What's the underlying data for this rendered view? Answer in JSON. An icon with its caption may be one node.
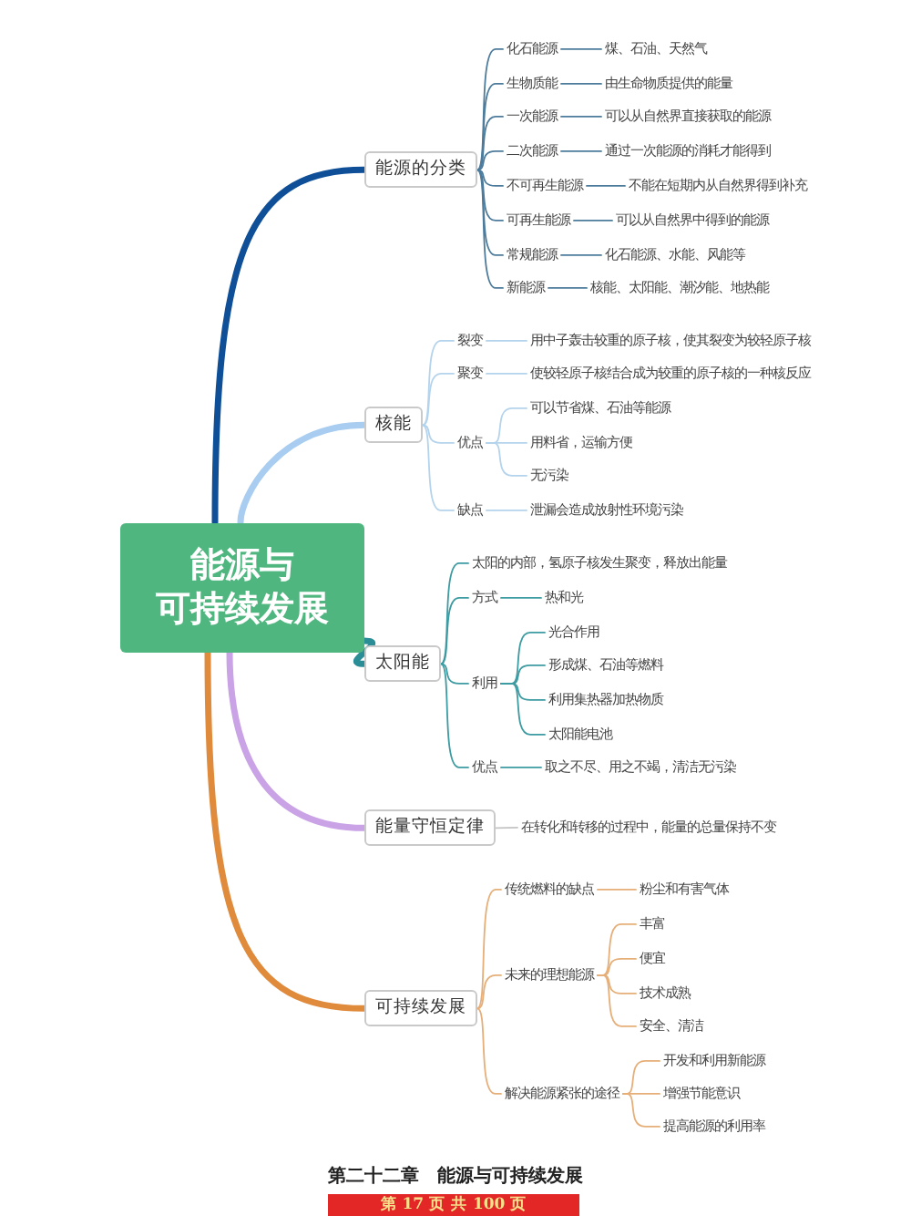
{
  "diagram": {
    "caption": "第二十二章　能源与可持续发展",
    "nodes": [
      {
        "text": [
          "能源与可持续发展"
        ]
      },
      {
        "text": [
          "能源的分类"
        ]
      },
      {
        "text": [
          "化石能源"
        ]
      },
      {
        "text": [
          "煤、石油、天然气"
        ]
      },
      {
        "text": [
          "生物质能"
        ]
      },
      {
        "text": [
          "由生命物质提供的能量"
        ]
      },
      {
        "text": [
          "一次能源"
        ]
      },
      {
        "text": [
          "可以从自然界直接获取的能源"
        ]
      },
      {
        "text": [
          "二次能源"
        ]
      },
      {
        "text": [
          "通过一次能源的消耗才能得到"
        ]
      },
      {
        "text": [
          "不可再生能源"
        ]
      },
      {
        "text": [
          "不能在短期内从自然界得到补充"
        ]
      },
      {
        "text": [
          "可再生能源"
        ]
      },
      {
        "text": [
          "可以从自然界中得到的能源"
        ]
      },
      {
        "text": [
          "常规能源"
        ]
      },
      {
        "text": [
          "化石能源、水能、风能等"
        ]
      },
      {
        "text": [
          "新能源"
        ]
      },
      {
        "text": [
          "核能、太阳能、潮汐能、地热能"
        ]
      },
      {
        "text": [
          "核能"
        ]
      },
      {
        "text": [
          "裂变"
        ]
      },
      {
        "text": [
          "用中子轰击较重的原子核，使其裂变为较轻原子核"
        ]
      },
      {
        "text": [
          "聚变"
        ]
      },
      {
        "text": [
          "使较轻原子核结合成为较重的原子核的一种核反应"
        ]
      },
      {
        "text": [
          "优点"
        ]
      },
      {
        "text": [
          "可以节省煤、石油等能源"
        ]
      },
      {
        "text": [
          "用料省，运输方便"
        ]
      },
      {
        "text": [
          "无污染"
        ]
      },
      {
        "text": [
          "缺点"
        ]
      },
      {
        "text": [
          "泄漏会造成放射性环境污染"
        ]
      },
      {
        "text": [
          "太阳能"
        ]
      },
      {
        "text": [
          "太阳的内部，氢原子核发生聚变，释放出能量"
        ]
      },
      {
        "text": [
          "方式"
        ]
      },
      {
        "text": [
          "热和光"
        ]
      },
      {
        "text": [
          "利用"
        ]
      },
      {
        "text": [
          "光合作用"
        ]
      },
      {
        "text": [
          "形成煤、石油等燃料"
        ]
      },
      {
        "text": [
          "利用集热器加热物质"
        ]
      },
      {
        "text": [
          "太阳能电池"
        ]
      },
      {
        "text": [
          "优点"
        ]
      },
      {
        "text": [
          "取之不尽、用之不竭，清洁无污染"
        ]
      },
      {
        "text": [
          "能量守恒定律"
        ]
      },
      {
        "text": [
          "在转化和转移的过程中，能量的总量保持不变"
        ]
      },
      {
        "text": [
          "可持续发展"
        ]
      },
      {
        "text": [
          "传统燃料的缺点"
        ]
      },
      {
        "text": [
          "粉尘和有害气体"
        ]
      },
      {
        "text": [
          "未来的理想能源"
        ]
      },
      {
        "text": [
          "丰富"
        ]
      },
      {
        "text": [
          "便宜"
        ]
      },
      {
        "text": [
          "技术成熟"
        ]
      },
      {
        "text": [
          "安全、清洁"
        ]
      },
      {
        "text": [
          "解决能源紧张的途径"
        ]
      },
      {
        "text": [
          "开发和利用新能源"
        ]
      },
      {
        "text": [
          "增强节能意识"
        ]
      },
      {
        "text": [
          "提高能源的利用率"
        ]
      }
    ],
    "edges": [
      {
        "from": 0,
        "to": 1,
        "arrow": "none",
        "style": "thick",
        "color": "#0e4f98"
      },
      {
        "from": 0,
        "to": 18,
        "arrow": "none",
        "style": "thick",
        "color": "#a8cdf0"
      },
      {
        "from": 0,
        "to": 29,
        "arrow": "none",
        "style": "thick",
        "color": "#2b8d96"
      },
      {
        "from": 0,
        "to": 40,
        "arrow": "none",
        "style": "thick",
        "color": "#c9a3e6"
      },
      {
        "from": 0,
        "to": 42,
        "arrow": "none",
        "style": "thick",
        "color": "#e08a3c"
      },
      {
        "from": 1,
        "to": 2,
        "arrow": "none",
        "color": "#4d7b9c"
      },
      {
        "from": 1,
        "to": 4,
        "arrow": "none",
        "color": "#4d7b9c"
      },
      {
        "from": 1,
        "to": 6,
        "arrow": "none",
        "color": "#4d7b9c"
      },
      {
        "from": 1,
        "to": 8,
        "arrow": "none",
        "color": "#4d7b9c"
      },
      {
        "from": 1,
        "to": 10,
        "arrow": "none",
        "color": "#4d7b9c"
      },
      {
        "from": 1,
        "to": 12,
        "arrow": "none",
        "color": "#4d7b9c"
      },
      {
        "from": 1,
        "to": 14,
        "arrow": "none",
        "color": "#4d7b9c"
      },
      {
        "from": 1,
        "to": 16,
        "arrow": "none",
        "color": "#4d7b9c"
      },
      {
        "from": 2,
        "to": 3,
        "arrow": "none",
        "color": "#4d7b9c"
      },
      {
        "from": 4,
        "to": 5,
        "arrow": "none",
        "color": "#4d7b9c"
      },
      {
        "from": 6,
        "to": 7,
        "arrow": "none",
        "color": "#4d7b9c"
      },
      {
        "from": 8,
        "to": 9,
        "arrow": "none",
        "color": "#4d7b9c"
      },
      {
        "from": 10,
        "to": 11,
        "arrow": "none",
        "color": "#4d7b9c"
      },
      {
        "from": 12,
        "to": 13,
        "arrow": "none",
        "color": "#4d7b9c"
      },
      {
        "from": 14,
        "to": 15,
        "arrow": "none",
        "color": "#4d7b9c"
      },
      {
        "from": 16,
        "to": 17,
        "arrow": "none",
        "color": "#4d7b9c"
      },
      {
        "from": 18,
        "to": 19,
        "arrow": "none",
        "color": "#b4d3ec"
      },
      {
        "from": 18,
        "to": 21,
        "arrow": "none",
        "color": "#b4d3ec"
      },
      {
        "from": 18,
        "to": 23,
        "arrow": "none",
        "color": "#b4d3ec"
      },
      {
        "from": 18,
        "to": 27,
        "arrow": "none",
        "color": "#b4d3ec"
      },
      {
        "from": 19,
        "to": 20,
        "arrow": "none",
        "color": "#b4d3ec"
      },
      {
        "from": 21,
        "to": 22,
        "arrow": "none",
        "color": "#b4d3ec"
      },
      {
        "from": 23,
        "to": 24,
        "arrow": "none",
        "color": "#b4d3ec"
      },
      {
        "from": 23,
        "to": 25,
        "arrow": "none",
        "color": "#b4d3ec"
      },
      {
        "from": 23,
        "to": 26,
        "arrow": "none",
        "color": "#b4d3ec"
      },
      {
        "from": 27,
        "to": 28,
        "arrow": "none",
        "color": "#b4d3ec"
      },
      {
        "from": 29,
        "to": 30,
        "arrow": "none",
        "color": "#3d9ba2"
      },
      {
        "from": 29,
        "to": 31,
        "arrow": "none",
        "color": "#3d9ba2"
      },
      {
        "from": 29,
        "to": 33,
        "arrow": "none",
        "color": "#3d9ba2"
      },
      {
        "from": 29,
        "to": 38,
        "arrow": "none",
        "color": "#3d9ba2"
      },
      {
        "from": 31,
        "to": 32,
        "arrow": "none",
        "color": "#3d9ba2"
      },
      {
        "from": 33,
        "to": 34,
        "arrow": "none",
        "color": "#3d9ba2"
      },
      {
        "from": 33,
        "to": 35,
        "arrow": "none",
        "color": "#3d9ba2"
      },
      {
        "from": 33,
        "to": 36,
        "arrow": "none",
        "color": "#3d9ba2"
      },
      {
        "from": 33,
        "to": 37,
        "arrow": "none",
        "color": "#3d9ba2"
      },
      {
        "from": 38,
        "to": 39,
        "arrow": "none",
        "color": "#3d9ba2"
      },
      {
        "from": 40,
        "to": 41,
        "arrow": "none",
        "color": "#c4c4c4"
      },
      {
        "from": 42,
        "to": 43,
        "arrow": "none",
        "color": "#e6ae78"
      },
      {
        "from": 42,
        "to": 45,
        "arrow": "none",
        "color": "#e6ae78"
      },
      {
        "from": 42,
        "to": 50,
        "arrow": "none",
        "color": "#e6ae78"
      },
      {
        "from": 43,
        "to": 44,
        "arrow": "none",
        "color": "#e6ae78"
      },
      {
        "from": 45,
        "to": 46,
        "arrow": "none",
        "color": "#e6ae78"
      },
      {
        "from": 45,
        "to": 47,
        "arrow": "none",
        "color": "#e6ae78"
      },
      {
        "from": 45,
        "to": 48,
        "arrow": "none",
        "color": "#e6ae78"
      },
      {
        "from": 45,
        "to": 49,
        "arrow": "none",
        "color": "#e6ae78"
      },
      {
        "from": 50,
        "to": 51,
        "arrow": "none",
        "color": "#e6ae78"
      },
      {
        "from": 50,
        "to": 52,
        "arrow": "none",
        "color": "#e6ae78"
      },
      {
        "from": 50,
        "to": 53,
        "arrow": "none",
        "color": "#e6ae78"
      }
    ],
    "labels": [
      "第 17 页 共 100 页"
    ]
  }
}
